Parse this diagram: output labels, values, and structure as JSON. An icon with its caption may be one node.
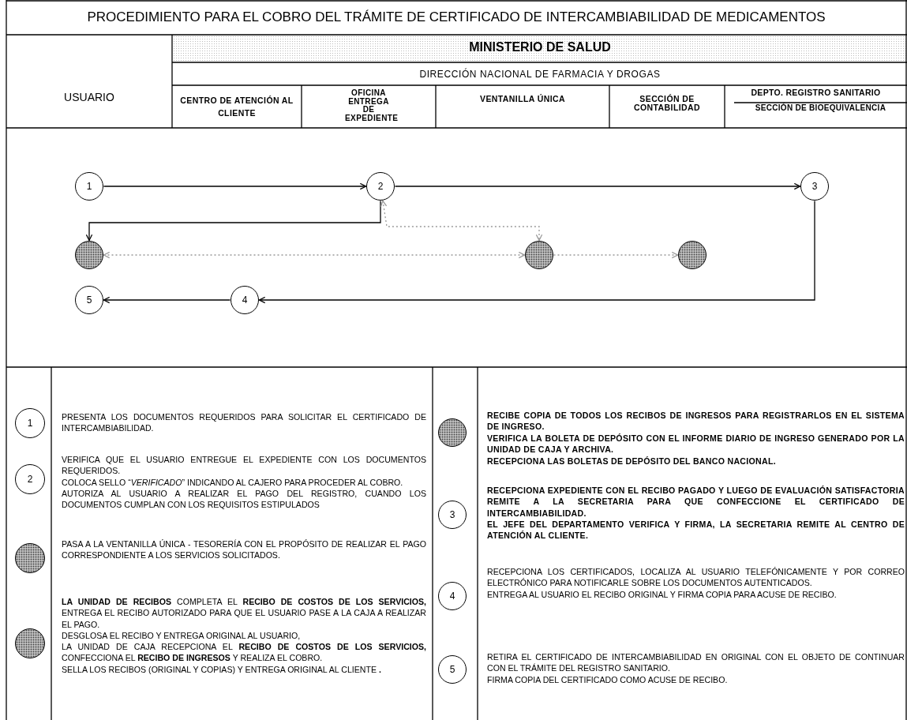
{
  "diagram": {
    "title": "PROCEDIMIENTO PARA EL COBRO DEL TRÁMITE DE CERTIFICADO DE INTERCAMBIABILIDAD DE MEDICAMENTOS",
    "nodes": [
      {
        "text": [
          "1"
        ]
      },
      {
        "text": [
          "2"
        ]
      },
      {
        "text": [
          "3"
        ]
      },
      {
        "text": [],
        "shape": "circle"
      },
      {
        "text": [],
        "shape": "circle"
      },
      {
        "text": [],
        "shape": "circle"
      },
      {
        "text": [
          "5"
        ]
      },
      {
        "text": [
          "4"
        ]
      },
      {
        "text": [
          "1"
        ],
        "beside": [
          "PRESENTA LOS DOCUMENTOS REQUERIDOS PARA SOLICITAR EL CERTIFICADO DE INTERCAMBIABILIDAD."
        ]
      },
      {
        "text": [
          "2"
        ],
        "beside": [
          "VERIFICA QUE EL USUARIO ENTREGUE EL EXPEDIENTE CON LOS DOCUMENTOS REQUERIDOS.",
          "COLOCA SELLO “*VERIFICADO*” INDICANDO AL CAJERO PARA PROCEDER AL COBRO.",
          "AUTORIZA AL USUARIO A REALIZAR EL PAGO DEL REGISTRO, CUANDO LOS DOCUMENTOS CUMPLAN CON LOS REQUISITOS ESTIPULADOS"
        ]
      },
      {
        "text": [],
        "shape": "circle",
        "beside": [
          "PASA A LA VENTANILLA ÚNICA - TESORERÍA CON EL PROPÓSITO DE REALIZAR EL PAGO CORRESPONDIENTE A LOS SERVICIOS SOLICITADOS."
        ]
      },
      {
        "text": [],
        "shape": "circle",
        "beside": [
          "**LA UNIDAD DE RECIBOS** COMPLETA EL **RECIBO DE COSTOS DE LOS SERVICIOS,** ENTREGA EL RECIBO AUTORIZADO PARA QUE EL USUARIO PASE A LA CAJA A REALIZAR EL PAGO.",
          "DESGLOSA EL RECIBO Y ENTREGA ORIGINAL AL USUARIO,",
          "LA UNIDAD DE CAJA RECEPCIONA EL **RECIBO DE COSTOS DE LOS SERVICIOS,** CONFECCIONA EL **RECIBO DE INGRESOS** Y REALIZA EL COBRO.",
          "SELLA LOS RECIBOS (ORIGINAL Y  COPIAS) Y ENTREGA ORIGINAL AL CLIENTE **.**"
        ]
      },
      {
        "text": [],
        "shape": "circle",
        "beside": [
          "RECIBE COPIA DE TODOS LOS RECIBOS DE INGRESOS PARA REGISTRARLOS EN EL SISTEMA DE INGRESO.",
          "VERIFICA LA BOLETA DE DEPÓSITO CON EL INFORME DIARIO DE INGRESO GENERADO POR LA UNIDAD DE CAJA Y ARCHIVA.",
          "RECEPCIONA LAS BOLETAS DE DEPÓSITO DEL BANCO NACIONAL."
        ]
      },
      {
        "text": [
          "3"
        ],
        "beside": [
          "RECEPCIONA EXPEDIENTE CON EL RECIBO PAGADO Y LUEGO DE EVALUACIÓN SATISFACTORIA REMITE A LA SECRETARIA PARA QUE CONFECCIONE EL CERTIFICADO DE INTERCAMBIABILIDAD.",
          "EL JEFE DEL DEPARTAMENTO VERIFICA Y FIRMA, LA SECRETARIA REMITE AL CENTRO DE ATENCIÓN AL CLIENTE."
        ]
      },
      {
        "text": [
          "4"
        ],
        "beside": [
          "RECEPCIONA LOS CERTIFICADOS, LOCALIZA AL USUARIO TELEFÓNICAMENTE Y POR CORREO ELECTRÓNICO PARA NOTIFICARLE SOBRE LOS DOCUMENTOS AUTENTICADOS.",
          "ENTREGA AL USUARIO EL RECIBO ORIGINAL Y  FIRMA COPIA PARA ACUSE DE RECIBO."
        ]
      },
      {
        "text": [
          "5"
        ],
        "beside": [
          "RETIRA EL CERTIFICADO DE INTERCAMBIABILIDAD EN ORIGINAL CON EL OBJETO DE CONTINUAR CON EL TRÁMITE DEL REGISTRO SANITARIO.",
          "FIRMA COPIA DEL CERTIFICADO COMO ACUSE DE RECIBO."
        ]
      }
    ],
    "edges": [
      {
        "from": 0,
        "to": 1,
        "arrow": "to"
      },
      {
        "from": 1,
        "to": 2,
        "arrow": "to"
      },
      {
        "from": 1,
        "to": 3,
        "arrow": "to"
      },
      {
        "from": 1,
        "to": 4,
        "arrow": "both",
        "style": "dashed",
        "color": "#999999"
      },
      {
        "from": 3,
        "to": 4,
        "arrow": "both",
        "style": "dashed",
        "color": "#999999"
      },
      {
        "from": 4,
        "to": 5,
        "arrow": "to",
        "style": "dashed",
        "color": "#999999"
      },
      {
        "from": 2,
        "to": 7,
        "arrow": "to"
      },
      {
        "from": 7,
        "to": 6,
        "arrow": "to"
      }
    ],
    "labels": [
      "USUARIO",
      "MINISTERIO DE SALUD",
      "DIRECCIÓN NACIONAL DE FARMACIA Y DROGAS",
      "CENTRO DE ATENCIÓN AL CLIENTE",
      "OFICINA ENTREGA DE EXPEDIENTE",
      "VENTANILLA ÚNICA",
      "SECCIÓN DE CONTABILIDAD",
      "DEPTO. REGISTRO SANITARIO",
      "SECCIÓN DE BIOEQUIVALENCIA"
    ]
  }
}
